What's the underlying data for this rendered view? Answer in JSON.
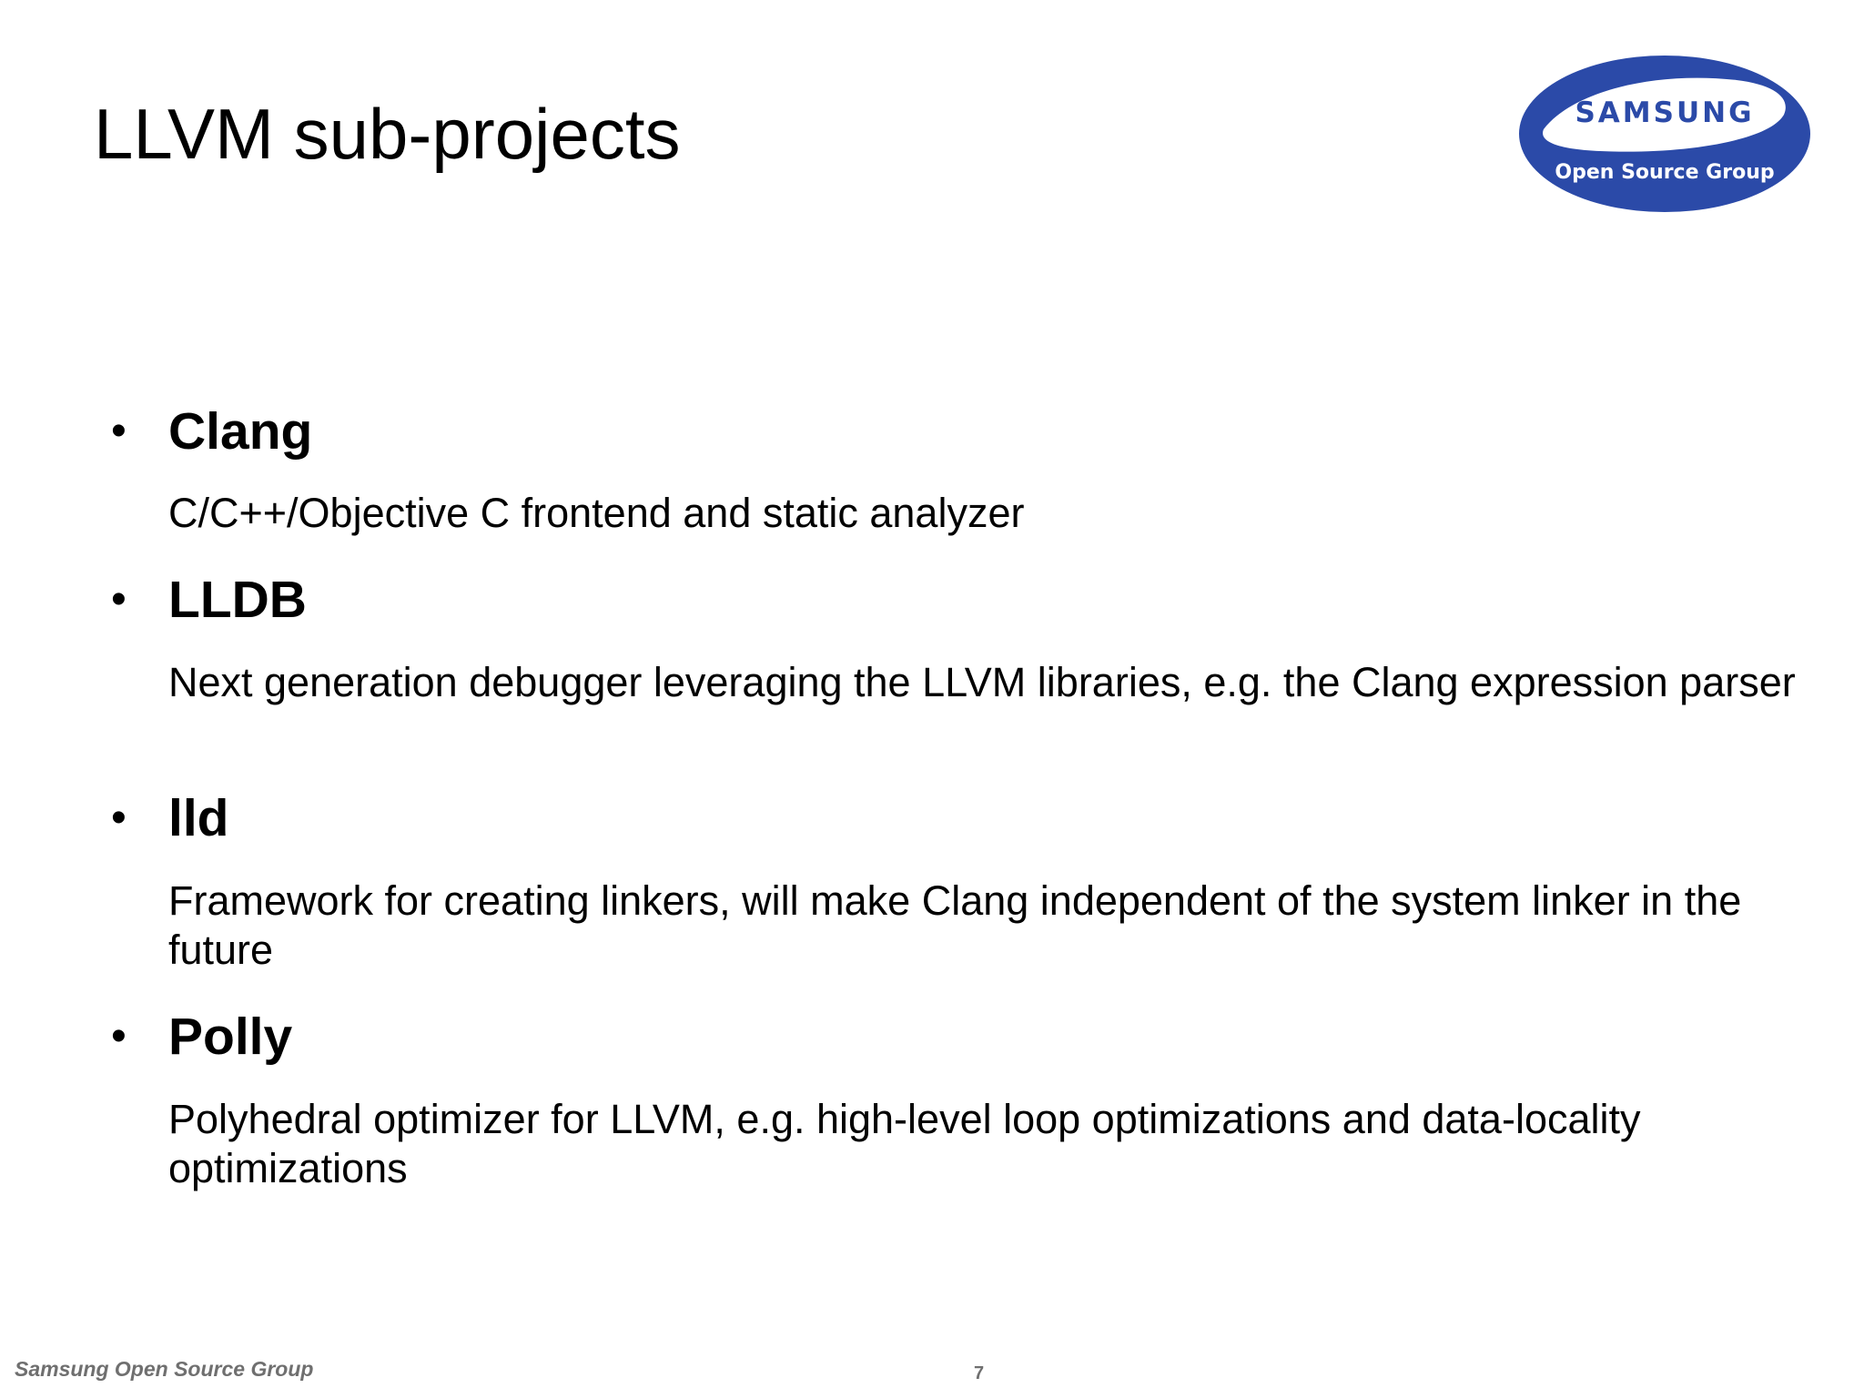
{
  "slide": {
    "title": "LLVM sub-projects",
    "logo": {
      "brand": "SAMSUNG",
      "subtitle": "Open Source Group",
      "colors": {
        "ellipse": "#2b4aa8",
        "inner_band": "#ffffff",
        "brand_text": "#2b4aa8",
        "subtitle_text": "#ffffff"
      }
    },
    "bullets": [
      {
        "heading": "Clang",
        "description": "C/C++/Objective C frontend and static analyzer"
      },
      {
        "heading": "LLDB",
        "description": "Next generation debugger leveraging the LLVM libraries, e.g. the Clang expression parser"
      },
      {
        "heading": "lld",
        "description": "Framework for creating linkers, will make Clang independent of the system linker in the future"
      },
      {
        "heading": "Polly",
        "description": "Polyhedral optimizer for LLVM, e.g. high-level loop optimizations and data-locality optimizations"
      }
    ],
    "footer": {
      "left_text": "Samsung Open Source Group",
      "page_number": "7"
    },
    "bullet_glyph": "•"
  }
}
